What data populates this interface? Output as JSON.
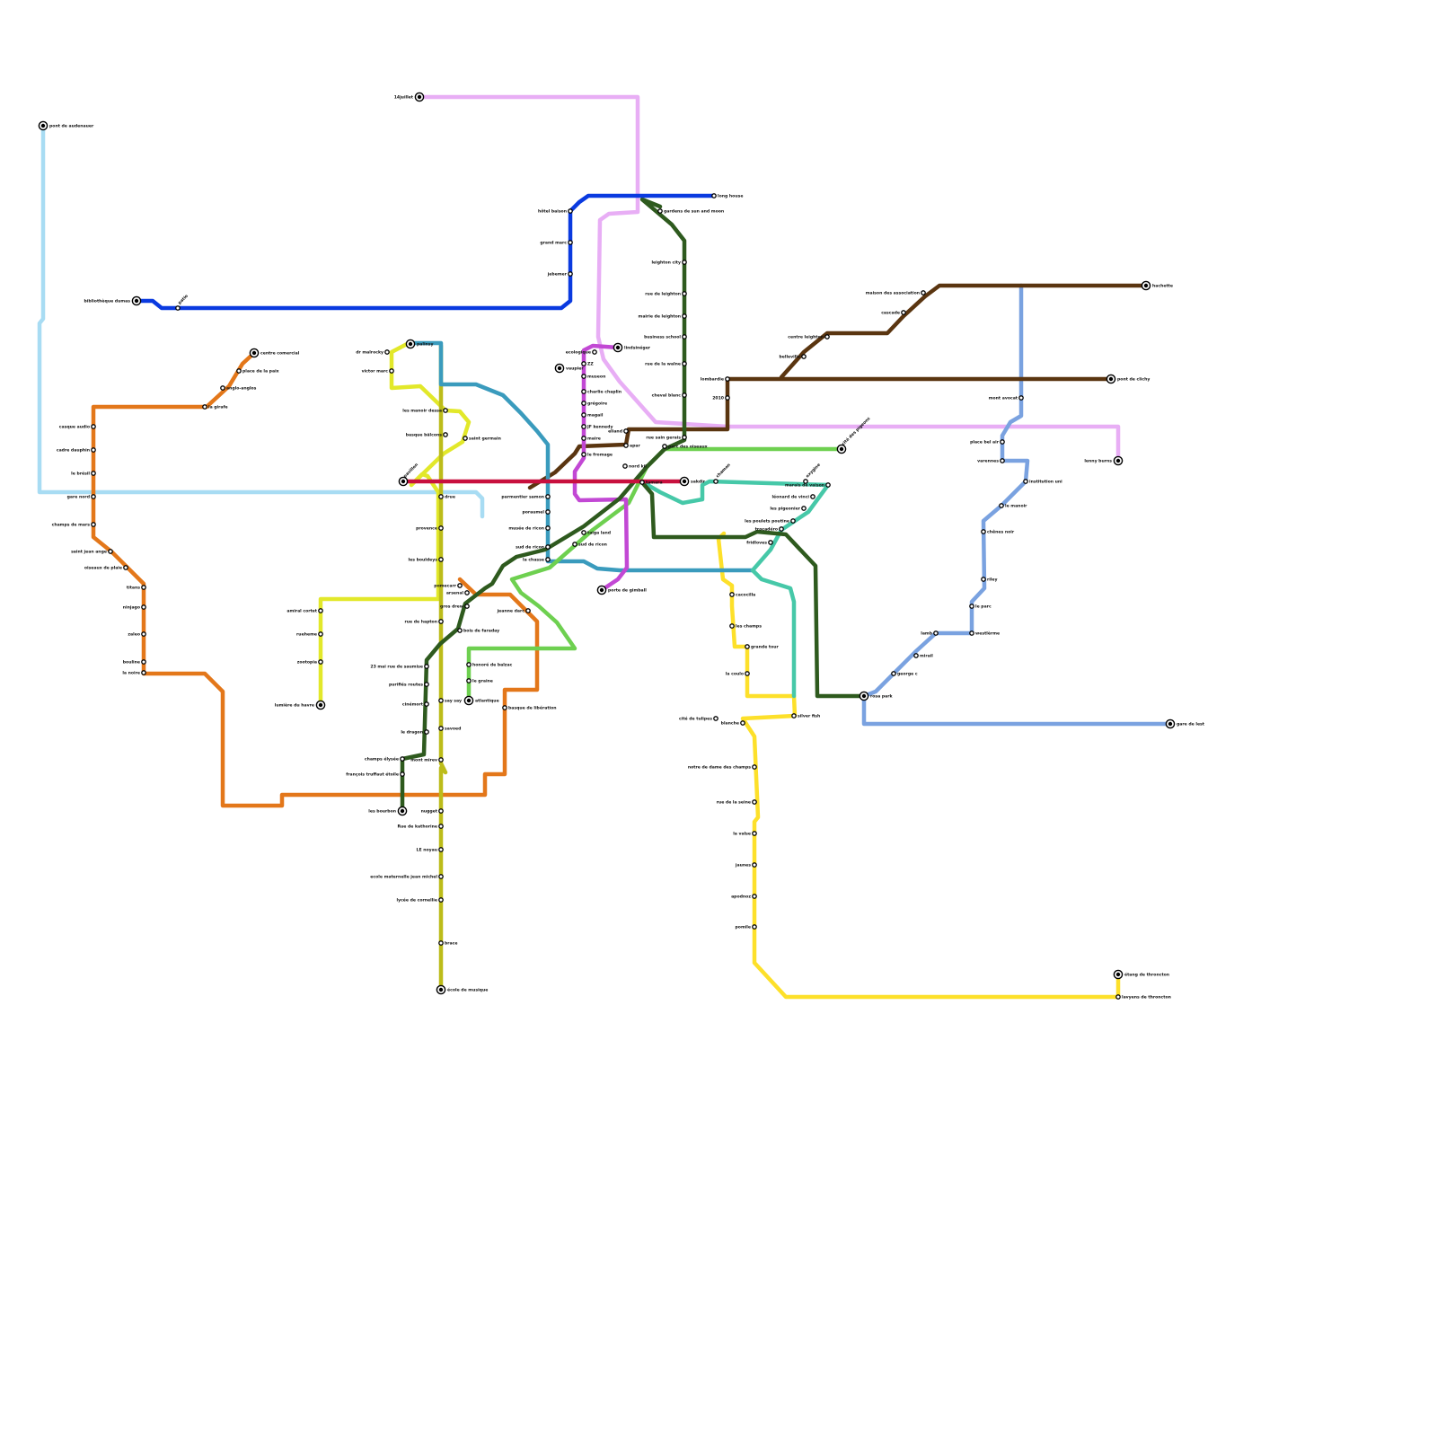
{
  "lines": [
    {
      "id": "light-blue",
      "color": "#a8dcf3"
    },
    {
      "id": "blue",
      "color": "#0a3ae0"
    },
    {
      "id": "orange",
      "color": "#e3771a"
    },
    {
      "id": "yellow-green",
      "color": "#e2e82a"
    },
    {
      "id": "olive",
      "color": "#bcbc1a"
    },
    {
      "id": "teal",
      "color": "#3a9bbd"
    },
    {
      "id": "crimson",
      "color": "#c8103e"
    },
    {
      "id": "dark-green",
      "color": "#2e5a1e"
    },
    {
      "id": "brown",
      "color": "#5a3510"
    },
    {
      "id": "magenta",
      "color": "#c248d4"
    },
    {
      "id": "lilac",
      "color": "#e8aef5"
    },
    {
      "id": "green",
      "color": "#6ed050"
    },
    {
      "id": "turquoise",
      "color": "#46c8a8"
    },
    {
      "id": "yellow",
      "color": "#fde02a"
    },
    {
      "id": "cornflower",
      "color": "#7aa2e0"
    }
  ],
  "stations": [
    {
      "name": "pont de audenauer",
      "kind": "terminus"
    },
    {
      "name": "14juillet",
      "kind": "terminus"
    },
    {
      "name": "long house",
      "kind": "station"
    },
    {
      "name": "hôtel baison",
      "kind": "station"
    },
    {
      "name": "grand marc",
      "kind": "station"
    },
    {
      "name": "jebemer",
      "kind": "station"
    },
    {
      "name": "bibliothèque dumas",
      "kind": "terminus"
    },
    {
      "name": "patio",
      "kind": "station"
    },
    {
      "name": "gardens de sun and moon",
      "kind": "station"
    },
    {
      "name": "leighton city",
      "kind": "station"
    },
    {
      "name": "rue de leighton",
      "kind": "station"
    },
    {
      "name": "mairie de leighton",
      "kind": "station"
    },
    {
      "name": "business school",
      "kind": "station"
    },
    {
      "name": "rue de la walne",
      "kind": "station"
    },
    {
      "name": "cheval blanc",
      "kind": "station"
    },
    {
      "name": "maison des association",
      "kind": "station"
    },
    {
      "name": "cascade",
      "kind": "station"
    },
    {
      "name": "centre leighton",
      "kind": "station"
    },
    {
      "name": "belleville",
      "kind": "station"
    },
    {
      "name": "lombardie",
      "kind": "station"
    },
    {
      "name": "2010",
      "kind": "station"
    },
    {
      "name": "hachette",
      "kind": "terminus"
    },
    {
      "name": "pont de clichy",
      "kind": "terminus"
    },
    {
      "name": "mont avocat",
      "kind": "station"
    },
    {
      "name": "place bel air",
      "kind": "station"
    },
    {
      "name": "varennes",
      "kind": "station"
    },
    {
      "name": "institution uni",
      "kind": "station"
    },
    {
      "name": "le manoir",
      "kind": "station"
    },
    {
      "name": "chênes noir",
      "kind": "station"
    },
    {
      "name": "riley",
      "kind": "station"
    },
    {
      "name": "le parc",
      "kind": "station"
    },
    {
      "name": "westlèrme",
      "kind": "station"
    },
    {
      "name": "lamb",
      "kind": "station"
    },
    {
      "name": "mirail",
      "kind": "station"
    },
    {
      "name": "george c",
      "kind": "station"
    },
    {
      "name": "rosa park",
      "kind": "terminus"
    },
    {
      "name": "gare de lest",
      "kind": "terminus"
    },
    {
      "name": "lenny burns",
      "kind": "terminus"
    },
    {
      "name": "cité des pigeons",
      "kind": "terminus"
    },
    {
      "name": "centre comercial",
      "kind": "terminus"
    },
    {
      "name": "place de la paix",
      "kind": "station"
    },
    {
      "name": "anglo-anglos",
      "kind": "station"
    },
    {
      "name": "la girafe",
      "kind": "station"
    },
    {
      "name": "casque audio",
      "kind": "station"
    },
    {
      "name": "cadre dauphin",
      "kind": "station"
    },
    {
      "name": "le brésil",
      "kind": "station"
    },
    {
      "name": "gare nord",
      "kind": "station"
    },
    {
      "name": "champs de mars",
      "kind": "station"
    },
    {
      "name": "saint jean ange",
      "kind": "station"
    },
    {
      "name": "oiseaux de plaie",
      "kind": "station"
    },
    {
      "name": "titans",
      "kind": "station"
    },
    {
      "name": "ninjago",
      "kind": "station"
    },
    {
      "name": "zaleo",
      "kind": "station"
    },
    {
      "name": "bouline",
      "kind": "station"
    },
    {
      "name": "la noire",
      "kind": "station"
    },
    {
      "name": "dr malrocky",
      "kind": "station"
    },
    {
      "name": "victor marc",
      "kind": "station"
    },
    {
      "name": "les manoir dessa",
      "kind": "station"
    },
    {
      "name": "basque bâlcons",
      "kind": "station"
    },
    {
      "name": "saint germain",
      "kind": "station"
    },
    {
      "name": "pavillon",
      "kind": "terminus"
    },
    {
      "name": "vaupier",
      "kind": "terminus"
    },
    {
      "name": "palinsy",
      "kind": "terminus"
    },
    {
      "name": "drue",
      "kind": "station"
    },
    {
      "name": "provence",
      "kind": "station"
    },
    {
      "name": "les bouldeys",
      "kind": "station"
    },
    {
      "name": "amiral cortet",
      "kind": "station"
    },
    {
      "name": "rueheme",
      "kind": "station"
    },
    {
      "name": "zootopia",
      "kind": "station"
    },
    {
      "name": "lumière du havre",
      "kind": "terminus"
    },
    {
      "name": "pomecarr",
      "kind": "station"
    },
    {
      "name": "arsenal",
      "kind": "station"
    },
    {
      "name": "rue de hapton",
      "kind": "station"
    },
    {
      "name": "gros drew",
      "kind": "station"
    },
    {
      "name": "bois de faraday",
      "kind": "station"
    },
    {
      "name": "jeanne darc",
      "kind": "station"
    },
    {
      "name": "23 mai rue de saumise",
      "kind": "station"
    },
    {
      "name": "purifiés routes",
      "kind": "station"
    },
    {
      "name": "cinémort",
      "kind": "station"
    },
    {
      "name": "le dragon",
      "kind": "station"
    },
    {
      "name": "champs élysée",
      "kind": "station"
    },
    {
      "name": "françois truffaut étoile",
      "kind": "station"
    },
    {
      "name": "les bourbon",
      "kind": "terminus"
    },
    {
      "name": "honoré de balzac",
      "kind": "station"
    },
    {
      "name": "le graine",
      "kind": "station"
    },
    {
      "name": "atlantique",
      "kind": "terminus"
    },
    {
      "name": "basque de libération",
      "kind": "station"
    },
    {
      "name": "say say",
      "kind": "station"
    },
    {
      "name": "savoed",
      "kind": "station"
    },
    {
      "name": "mont mirev",
      "kind": "station"
    },
    {
      "name": "nugget",
      "kind": "station"
    },
    {
      "name": "Rue de kathorine",
      "kind": "station"
    },
    {
      "name": "LE noyau",
      "kind": "station"
    },
    {
      "name": "ecole maternelle jean michel",
      "kind": "station"
    },
    {
      "name": "lycée de cornellie",
      "kind": "station"
    },
    {
      "name": "brace",
      "kind": "station"
    },
    {
      "name": "école de musique",
      "kind": "terminus"
    },
    {
      "name": "parmentier samon",
      "kind": "station"
    },
    {
      "name": "poraumel",
      "kind": "station"
    },
    {
      "name": "musée de ricon",
      "kind": "station"
    },
    {
      "name": "sud de ricon",
      "kind": "station"
    },
    {
      "name": "la chasse",
      "kind": "station"
    },
    {
      "name": "ecologique",
      "kind": "station"
    },
    {
      "name": "ZZ",
      "kind": "station"
    },
    {
      "name": "museon",
      "kind": "station"
    },
    {
      "name": "charlie chaplin",
      "kind": "station"
    },
    {
      "name": "grégoire",
      "kind": "station"
    },
    {
      "name": "magail",
      "kind": "station"
    },
    {
      "name": "JF kennedy",
      "kind": "station"
    },
    {
      "name": "maire",
      "kind": "station"
    },
    {
      "name": "le fromage",
      "kind": "station"
    },
    {
      "name": "lindsinéger",
      "kind": "terminus"
    },
    {
      "name": "eliand",
      "kind": "station"
    },
    {
      "name": "apar",
      "kind": "station"
    },
    {
      "name": "rue sain gerais",
      "kind": "station"
    },
    {
      "name": "parc des oiseaux",
      "kind": "station"
    },
    {
      "name": "nord kil",
      "kind": "station"
    },
    {
      "name": "tamara",
      "kind": "station"
    },
    {
      "name": "sakdir",
      "kind": "terminus"
    },
    {
      "name": "taiga land",
      "kind": "station"
    },
    {
      "name": "sud de ricon",
      "kind": "station"
    },
    {
      "name": "porte de gimball",
      "kind": "terminus"
    },
    {
      "name": "chamon",
      "kind": "station"
    },
    {
      "name": "oxygine",
      "kind": "station"
    },
    {
      "name": "marais de vaison",
      "kind": "station"
    },
    {
      "name": "léonard de vinci",
      "kind": "station"
    },
    {
      "name": "les pigeonier",
      "kind": "station"
    },
    {
      "name": "les poulets poutine",
      "kind": "station"
    },
    {
      "name": "trocadéro",
      "kind": "station"
    },
    {
      "name": "fridloves",
      "kind": "station"
    },
    {
      "name": "silver fish",
      "kind": "station"
    },
    {
      "name": "cité de tulipes",
      "kind": "station"
    },
    {
      "name": "blanche",
      "kind": "station"
    },
    {
      "name": "cacocilla",
      "kind": "station"
    },
    {
      "name": "les champs",
      "kind": "station"
    },
    {
      "name": "grande tour",
      "kind": "station"
    },
    {
      "name": "la coulo",
      "kind": "station"
    },
    {
      "name": "notre de dame des champs",
      "kind": "station"
    },
    {
      "name": "rue de la seine",
      "kind": "station"
    },
    {
      "name": "la valse",
      "kind": "station"
    },
    {
      "name": "jaunes",
      "kind": "station"
    },
    {
      "name": "apodnoz",
      "kind": "station"
    },
    {
      "name": "pomile",
      "kind": "station"
    },
    {
      "name": "étang de throncton",
      "kind": "terminus"
    },
    {
      "name": "lavyens de throncton",
      "kind": "station"
    }
  ]
}
